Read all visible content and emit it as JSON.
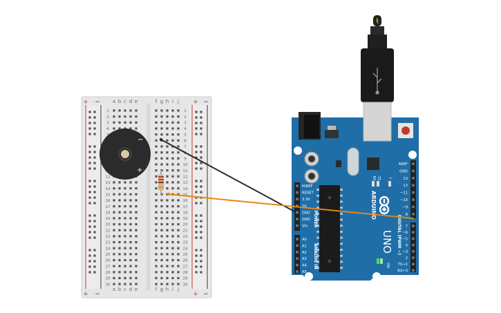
{
  "breadboard": {
    "col_letters_left": [
      "a",
      "b",
      "c",
      "d",
      "e"
    ],
    "col_letters_right": [
      "f",
      "g",
      "h",
      "i",
      "j"
    ],
    "rows": [
      "1",
      "2",
      "3",
      "4",
      "5",
      "6",
      "7",
      "8",
      "9",
      "10",
      "11",
      "12",
      "13",
      "14",
      "15",
      "16",
      "17",
      "18",
      "19",
      "20",
      "21",
      "22",
      "23",
      "24",
      "25",
      "26",
      "27",
      "28",
      "29",
      "30"
    ],
    "rail_plus": "+",
    "rail_minus": "−"
  },
  "buzzer": {
    "minus_label": "−",
    "plus_label": "+"
  },
  "arduino": {
    "logo_text": "ARDUINO",
    "model_text": "UNO",
    "power_header_label": "POWER",
    "power_pins": [
      "IOREF",
      "RESET",
      "3.3V",
      "5V",
      "GND",
      "GND",
      "Vin"
    ],
    "analog_header_label": "ANALOG IN",
    "analog_pins": [
      "A0",
      "A1",
      "A2",
      "A3",
      "A4",
      "A5"
    ],
    "digital_header_label": "DIGITAL (PWM ~)",
    "digital_top_pins": [
      "AREF",
      "GND",
      "13",
      "12",
      "~11",
      "~10",
      "~9",
      "8"
    ],
    "digital_bottom_pins": [
      "7",
      "~6",
      "~5",
      "4",
      "~3",
      "2",
      "TX→1",
      "RX←0"
    ],
    "led_labels": [
      "RX",
      "TX",
      "L"
    ],
    "on_label": "ON"
  },
  "colors": {
    "board_blue": "#1f6ea8",
    "wire_black": "#2b2b2b",
    "wire_orange": "#e8860f",
    "breadboard_body": "#e9e9e9",
    "rail_red": "#c0392b"
  }
}
